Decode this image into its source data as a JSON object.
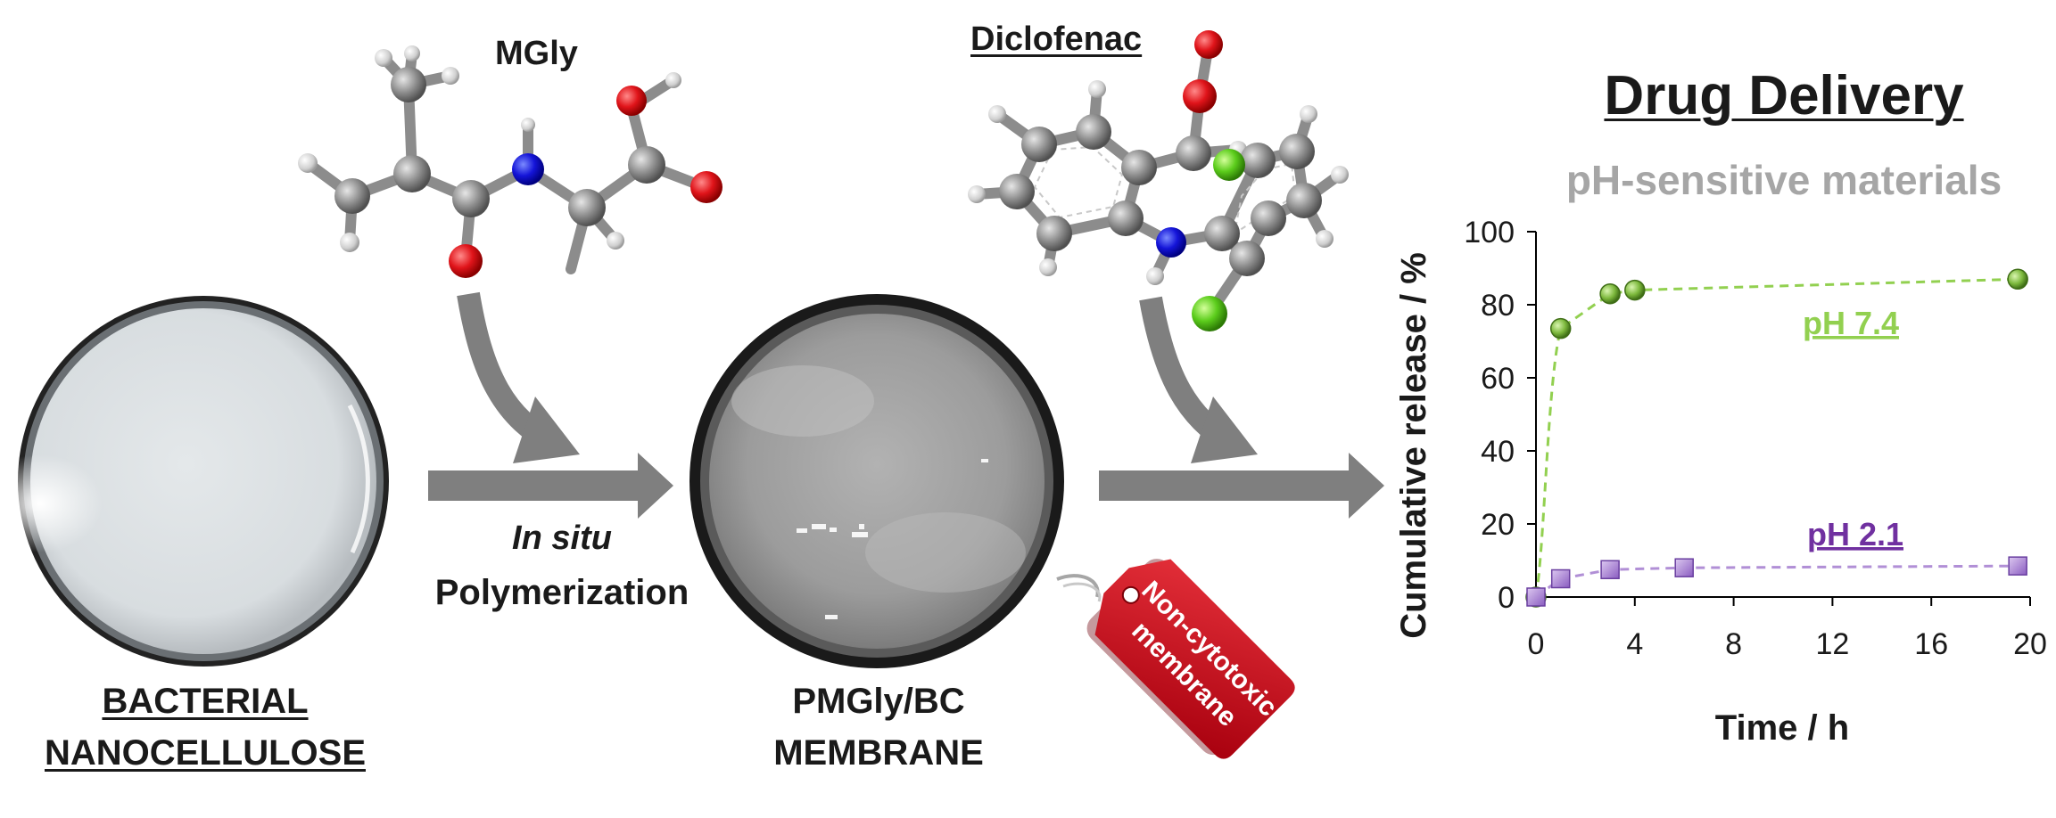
{
  "molecules": {
    "mgly_label": "MGly",
    "diclofenac_label": "Diclofenac"
  },
  "stages": {
    "bacterial_line1": "BACTERIAL",
    "bacterial_line2": "NANOCELLULOSE",
    "process_line1": "In situ",
    "process_line2": "Polymerization",
    "membrane_line1": "PMGly/BC",
    "membrane_line2": "MEMBRANE",
    "tag_line1": "Non-cytotoxic",
    "tag_line2": "membrane"
  },
  "header": {
    "title": "Drug Delivery",
    "subtitle": "pH-sensitive materials"
  },
  "colors": {
    "ph74": "#92d050",
    "ph21": "#7030a0",
    "ph21_marker": "#b18fd6",
    "arrow": "#7f7f7f",
    "tag": "#c0101e",
    "subtitle": "#a6a6a6"
  },
  "chart_data": {
    "type": "scatter",
    "xlabel": "Time / h",
    "ylabel": "Cumulative release / %",
    "xlim": [
      0,
      20
    ],
    "ylim": [
      0,
      100
    ],
    "xticks": [
      0,
      4,
      8,
      12,
      16,
      20
    ],
    "yticks": [
      0,
      20,
      40,
      60,
      80,
      100
    ],
    "grid": false,
    "series": [
      {
        "name": "pH 7.4",
        "line": "dashed",
        "marker": "sphere",
        "x": [
          0,
          1,
          3,
          4,
          19.5
        ],
        "y": [
          0,
          73.5,
          83,
          84,
          87
        ]
      },
      {
        "name": "pH 2.1",
        "line": "dashed",
        "marker": "cube",
        "x": [
          0,
          1,
          3,
          6,
          19.5
        ],
        "y": [
          0,
          5,
          7.5,
          8,
          8.5
        ]
      }
    ]
  }
}
